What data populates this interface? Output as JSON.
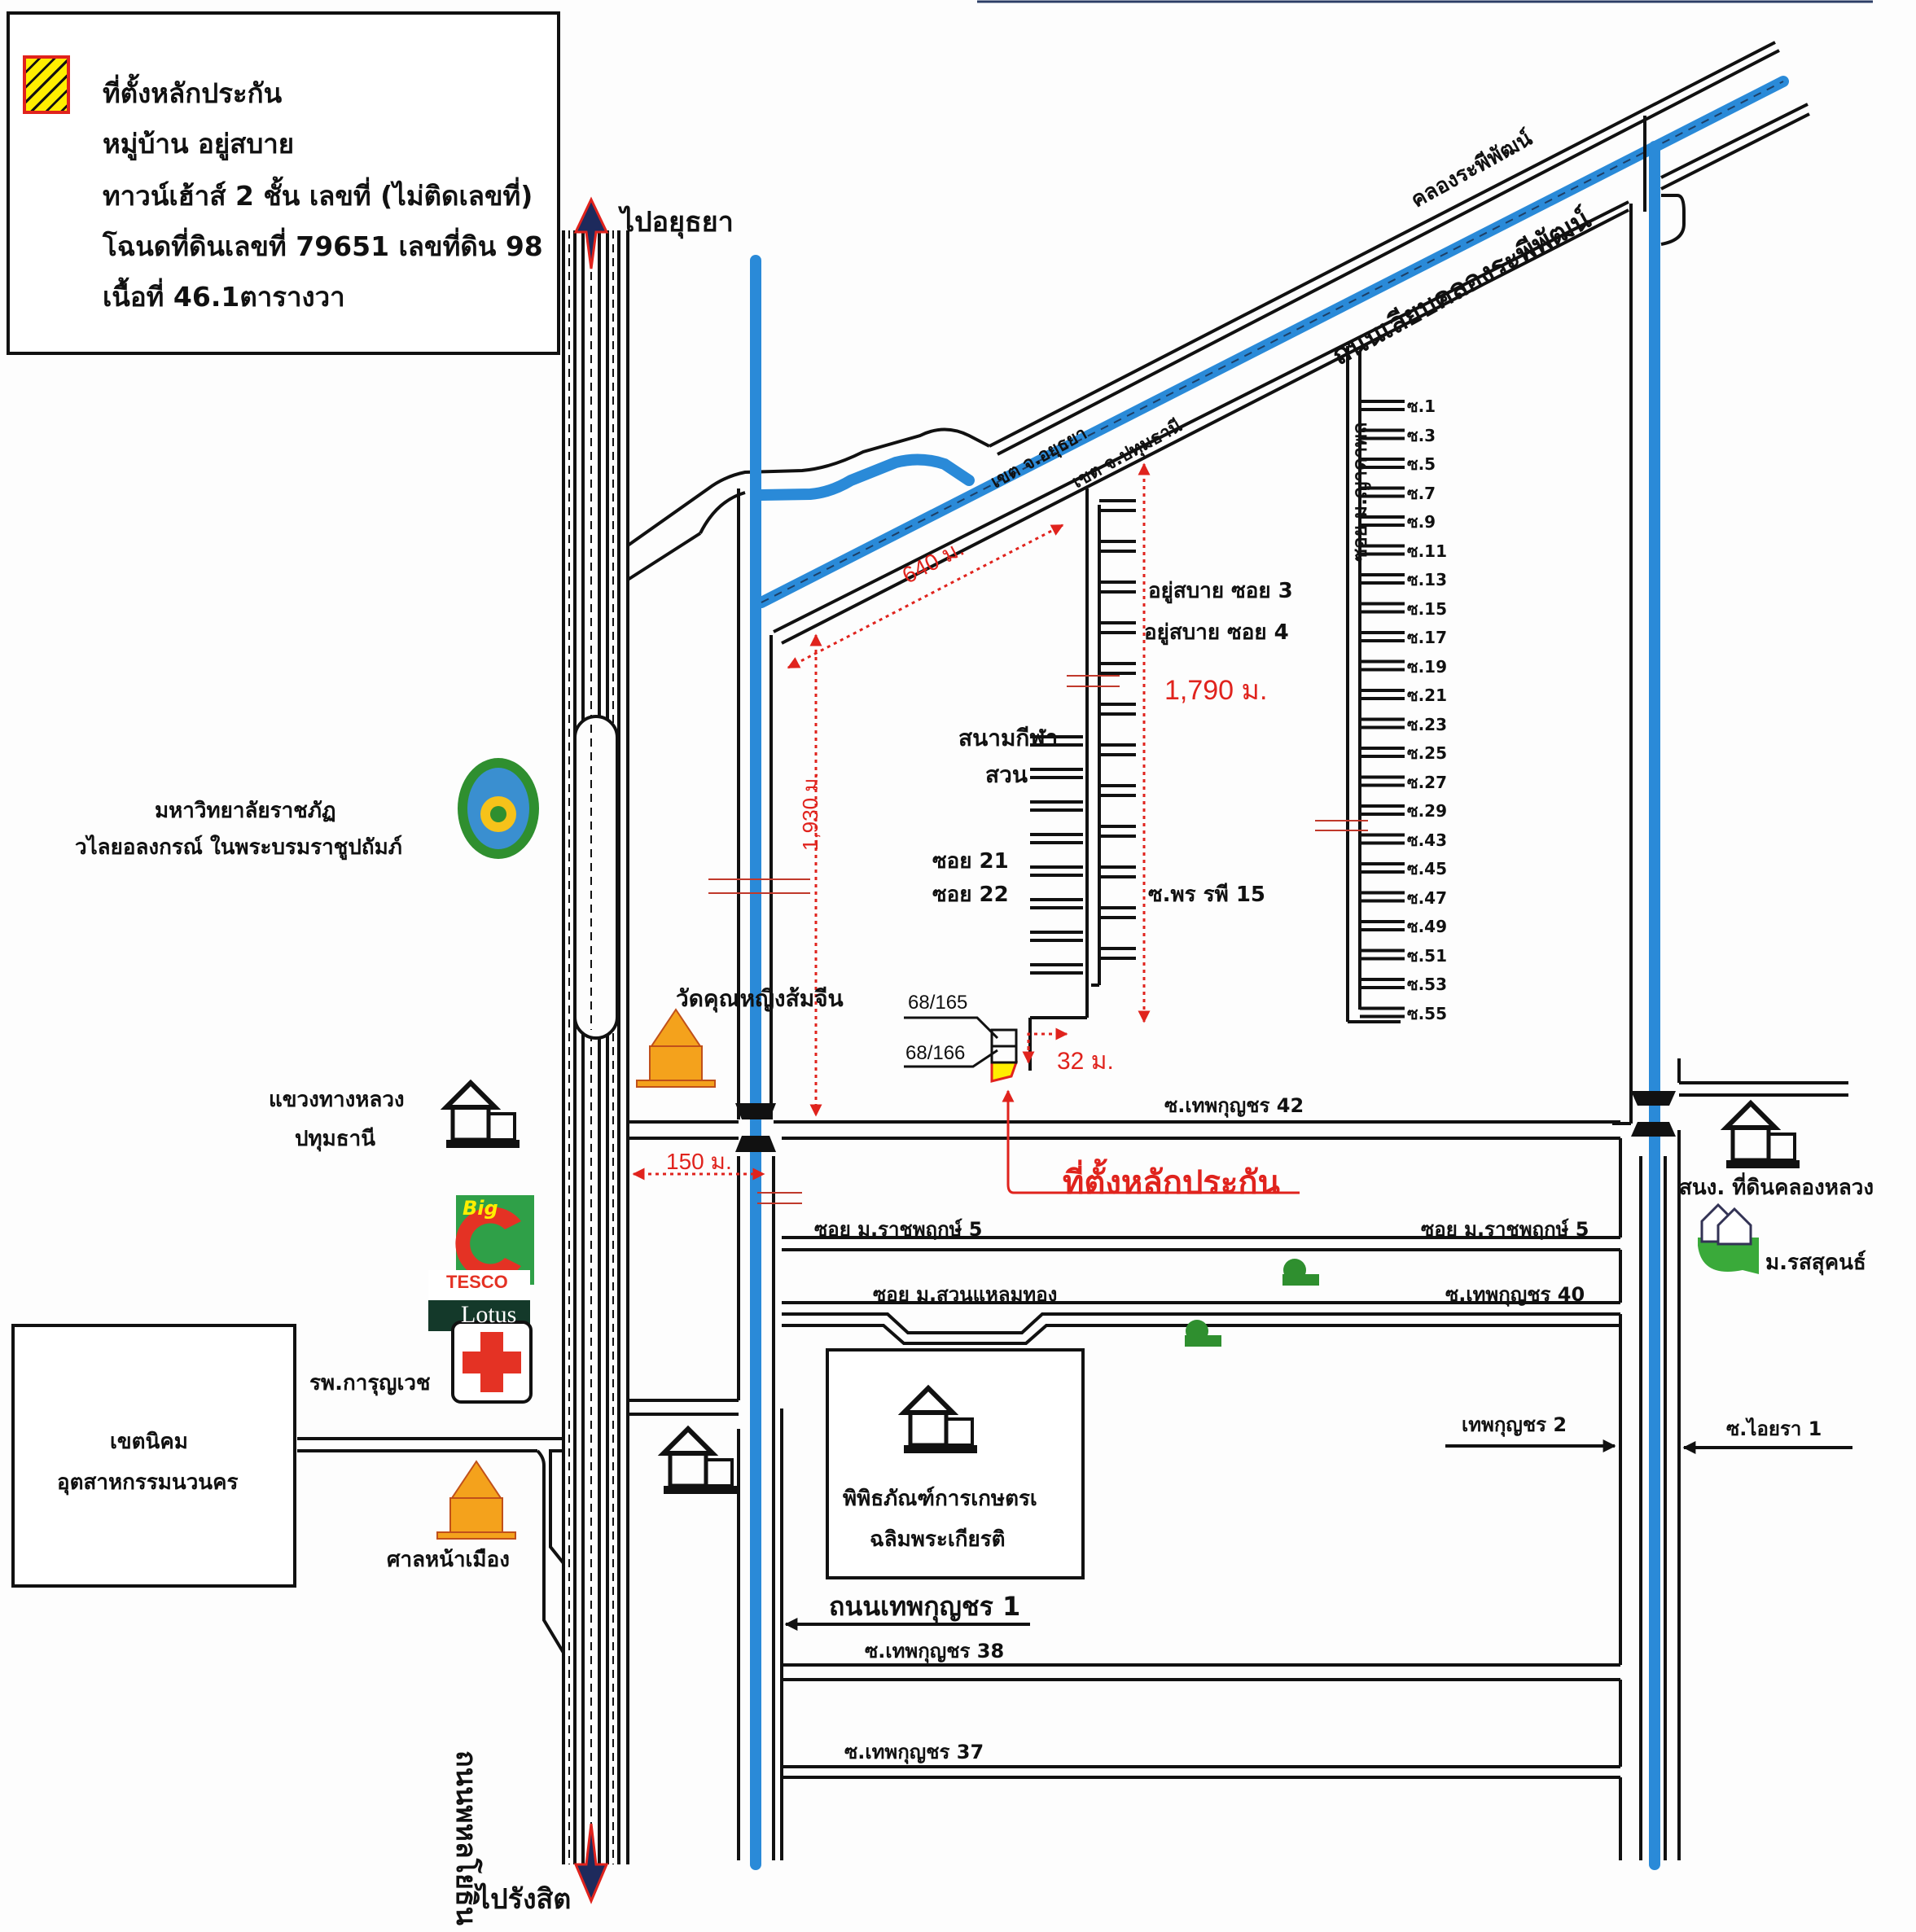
{
  "legend": {
    "swatch_icon": "hatched-collateral-swatch-icon",
    "lines": [
      "ที่ตั้งหลักประกัน",
      "หมู่บ้าน อยู่สบาย",
      "ทาวน์เฮ้าส์  2 ชั้น เลขที่ (ไม่ติดเลขที่)",
      "โฉนดที่ดินเลขที่ 79651 เลขที่ดิน 98",
      "เนื้อที่ 46.1ตารางวา"
    ]
  },
  "directions": {
    "north": "ไปอยุธยา",
    "south": "ไปรังสิต"
  },
  "roads": {
    "phahonyothin": "ถนนพหลโยธิน",
    "canal_rapiphat": "คลองระพีพัฒน์",
    "canal_road": "ถนนเลียบคลองระพีพัฒน์",
    "border_ayutthaya": "เขต จ.อยุธยา",
    "border_pathumthani": "เขต จ.ปทุมธานี",
    "soi_m_yaphon": "ซอย ม.ญาดาพล",
    "soi_thepkunchon_42": "ซ.เทพกุญชร 42",
    "soi_ratchaphruek_5_left": "ซอย ม.ราชพฤกษ์ 5",
    "soi_ratchaphruek_5_right": "ซอย ม.ราชพฤกษ์ 5",
    "soi_suanlaemthong": "ซอย ม.สวนแหลมทอง",
    "soi_thepkunchon_40": "ซ.เทพกุญชร 40",
    "thepkunchon_2": "เทพกุญชร 2",
    "soi_aiyara_1": "ซ.ไอยรา 1",
    "thepkunchon_1_road": "ถนนเทพกุญชร 1",
    "soi_thepkunchon_38": "ซ.เทพกุญชร 38",
    "soi_thepkunchon_37": "ซ.เทพกุญชร 37"
  },
  "village": {
    "soi3": "อยู่สบาย ซอย 3",
    "soi4": "อยู่สบาย ซอย 4",
    "sports_field_1": "สนามกีฬา",
    "sports_field_2": "สวน",
    "soi21": "ซอย 21",
    "soi22": "ซอย 22",
    "soi_phon_15": "ซ.พร รพี 15",
    "house_1": "68/165",
    "house_2": "68/166"
  },
  "side_sois": [
    "ซ.1",
    "ซ.3",
    "ซ.5",
    "ซ.7",
    "ซ.9",
    "ซ.11",
    "ซ.13",
    "ซ.15",
    "ซ.17",
    "ซ.19",
    "ซ.21",
    "ซ.23",
    "ซ.25",
    "ซ.27",
    "ซ.29",
    "ซ.43",
    "ซ.45",
    "ซ.47",
    "ซ.49",
    "ซ.51",
    "ซ.53",
    "ซ.55"
  ],
  "distances": {
    "d640": "640 ม.",
    "d1790": "1,790 ม.",
    "d1930": "1,930 ม.",
    "d32": "32 ม.",
    "d150": "150 ม."
  },
  "collateral_callout": "ที่ตั้งหลักประกัน",
  "landmarks": {
    "university_1": "มหาวิทยาลัยราชภัฏ",
    "university_2": "วไลยอลงกรณ์ ในพระบรมราชูปถัมภ์",
    "highway_office_1": "แขวงทางหลวง",
    "highway_office_2": "ปทุมธานี",
    "big_c": "Big",
    "tesco": "TESCO",
    "lotus": "Lotus",
    "hospital": "รพ.การุญเวช",
    "industrial_1": "เขตนิคม",
    "industrial_2": "อุตสาหกรรมนวนคร",
    "city_shrine": "ศาลหน้าเมือง",
    "temple": "วัดคุณหญิงส้มจีน",
    "museum_1": "พิพิธภัณฑ์การเกษตรเ",
    "museum_2": "ฉลิมพระเกียรติ",
    "land_office": "สนง. ที่ดินคลองหลวง",
    "village_rossukon": "ม.รสสุคนธ์"
  },
  "colors": {
    "canal": "#2a8ad8",
    "distance": "#e0231d",
    "collateral": "#ffee00",
    "temple": "#f4a21c"
  }
}
